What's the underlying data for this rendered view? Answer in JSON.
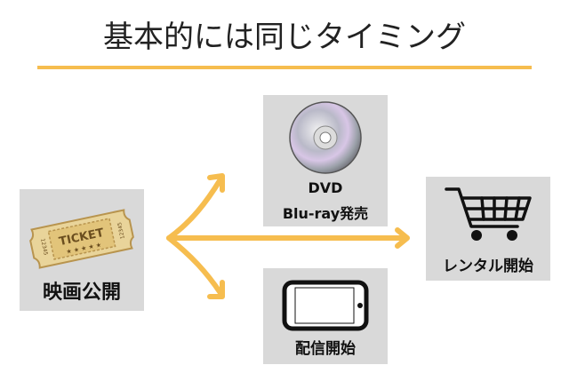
{
  "title": "基本的には同じタイミング",
  "colors": {
    "accent": "#F6BD4F",
    "box": "#d9d9d9"
  },
  "nodes": {
    "movie": {
      "label": "映画公開",
      "icon": "ticket-icon",
      "ticket_text": "TICKET",
      "serial_left": "12345",
      "serial_right": "12345"
    },
    "dvd": {
      "line1": "DVD",
      "line2": "Blu-ray発売",
      "icon": "disc-icon"
    },
    "rental": {
      "label": "レンタル開始",
      "icon": "shopping-cart-icon"
    },
    "streaming": {
      "label": "配信開始",
      "icon": "smartphone-icon"
    }
  }
}
